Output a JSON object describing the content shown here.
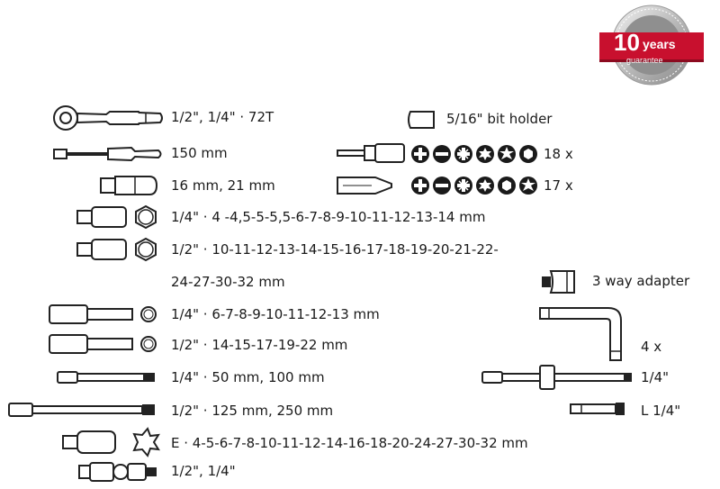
{
  "badge": {
    "number": "10",
    "years": "years",
    "guarantee": "guarantee"
  },
  "left_rows": [
    {
      "icon": "ratchet-icon",
      "text": "1/2\", 1/4\" · 72T"
    },
    {
      "icon": "spinner-handle-icon",
      "text": "150 mm"
    },
    {
      "icon": "spark-plug-socket-icon",
      "text": "16 mm, 21 mm"
    },
    {
      "icon": "short-socket-icon",
      "text": "1/4\" · 4 -4,5-5-5,5-6-7-8-9-10-11-12-13-14 mm"
    },
    {
      "icon": "short-socket-icon",
      "text": "1/2\" · 10-11-12-13-14-15-16-17-18-19-20-21-22-"
    },
    {
      "icon": "",
      "text": "24-27-30-32 mm"
    },
    {
      "icon": "deep-socket-icon",
      "text": "1/4\" · 6-7-8-9-10-11-12-13 mm"
    },
    {
      "icon": "deep-socket-icon",
      "text": "1/2\" · 14-15-17-19-22 mm"
    },
    {
      "icon": "extension-bar-icon",
      "text": "1/4\" · 50 mm, 100 mm"
    },
    {
      "icon": "extension-bar-icon",
      "text": "1/2\" · 125 mm, 250 mm"
    },
    {
      "icon": "e-torx-socket-icon",
      "text": "E · 4-5-6-7-8-10-11-12-14-16-18-20-24-27-30-32 mm"
    },
    {
      "icon": "universal-joint-icon",
      "text": "1/2\", 1/4\""
    }
  ],
  "right_items": {
    "bit_holder": "5/16\" bit holder",
    "bits_short_count": "18 x",
    "bits_long_count": "17 x",
    "adapter": "3 way adapter",
    "hex_keys_count": "4 x",
    "t_handle": "1/4\"",
    "l_handle": "L 1/4\""
  }
}
